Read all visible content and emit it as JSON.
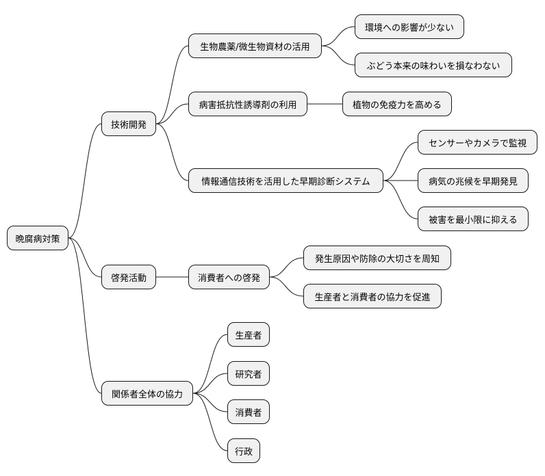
{
  "root": "晩腐病対策",
  "branches": {
    "tech": "技術開発",
    "tech_items": {
      "bio": "生物農薬/微生物資材の活用",
      "bio_env": "環境への影響が少ない",
      "bio_taste": "ぶどう本来の味わいを損なわない",
      "induce": "病害抵抗性誘導剤の利用",
      "induce_immune": "植物の免疫力を高める",
      "ict": "情報通信技術を活用した早期診断システム",
      "ict_sensor": "センサーやカメラで監視",
      "ict_detect": "病気の兆候を早期発見",
      "ict_minimize": "被害を最小限に抑える"
    },
    "edu": "啓発活動",
    "edu_items": {
      "consumer": "消費者への啓発",
      "consumer_know": "発生原因や防除の大切さを周知",
      "consumer_coop": "生産者と消費者の協力を促進"
    },
    "coop": "関係者全体の協力",
    "coop_items": {
      "producer": "生産者",
      "researcher": "研究者",
      "consumer": "消費者",
      "government": "行政"
    }
  }
}
